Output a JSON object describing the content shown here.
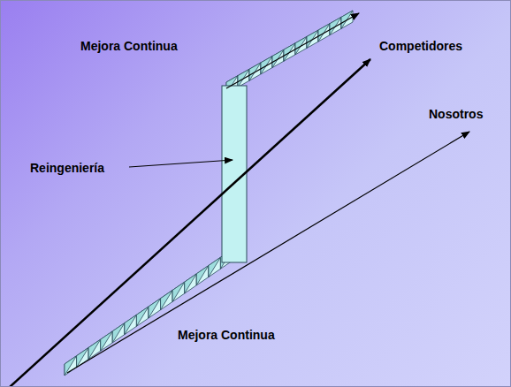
{
  "diagram": {
    "labels": [
      "Mejora Continua",
      "Competidores",
      "Nosotros",
      "Reingeniería",
      "Mejora Continua"
    ]
  }
}
